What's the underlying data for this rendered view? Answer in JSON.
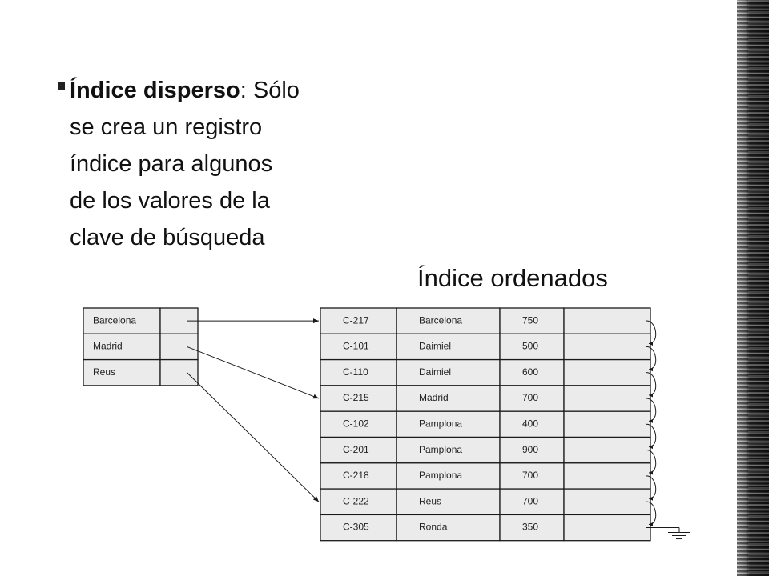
{
  "slide": {
    "term": "Índice disperso",
    "definition_lines": [
      ": Sólo",
      "se crea un registro",
      "índice para algunos",
      "de los valores de la",
      "clave de búsqueda"
    ],
    "subtitle": "Índice ordenados"
  },
  "index_table": {
    "rows": [
      "Barcelona",
      "Madrid",
      "Reus"
    ],
    "pointer_targets": [
      0,
      3,
      7
    ]
  },
  "data_table": {
    "rows": [
      {
        "code": "C-217",
        "city": "Barcelona",
        "value": "750"
      },
      {
        "code": "C-101",
        "city": "Daimiel",
        "value": "500"
      },
      {
        "code": "C-110",
        "city": "Daimiel",
        "value": "600"
      },
      {
        "code": "C-215",
        "city": "Madrid",
        "value": "700"
      },
      {
        "code": "C-102",
        "city": "Pamplona",
        "value": "400"
      },
      {
        "code": "C-201",
        "city": "Pamplona",
        "value": "900"
      },
      {
        "code": "C-218",
        "city": "Pamplona",
        "value": "700"
      },
      {
        "code": "C-222",
        "city": "Reus",
        "value": "700"
      },
      {
        "code": "C-305",
        "city": "Ronda",
        "value": "350"
      }
    ]
  },
  "colors": {
    "cell_fill": "#ebebeb",
    "border": "#1a1a1a"
  }
}
